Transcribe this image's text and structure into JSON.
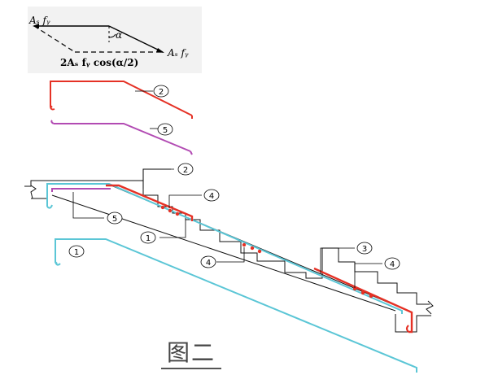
{
  "formula": {
    "top_left": "Aₛ fᵧ",
    "angle": "α",
    "bottom_right": "Aₛ fᵧ",
    "resultant": "2Aₛ fᵧ cos(α/2)"
  },
  "bars": {
    "bar2": "2",
    "bar5": "5",
    "bar1": "1"
  },
  "callouts": {
    "c2": "2",
    "c4a": "4",
    "c5": "5",
    "c1": "1",
    "c4b": "4",
    "c3": "3",
    "c4c": "4"
  },
  "caption": "图二",
  "colors": {
    "red": "#e53125",
    "purple": "#b24bb3",
    "cyan": "#5bc6d6",
    "black": "#111111"
  }
}
